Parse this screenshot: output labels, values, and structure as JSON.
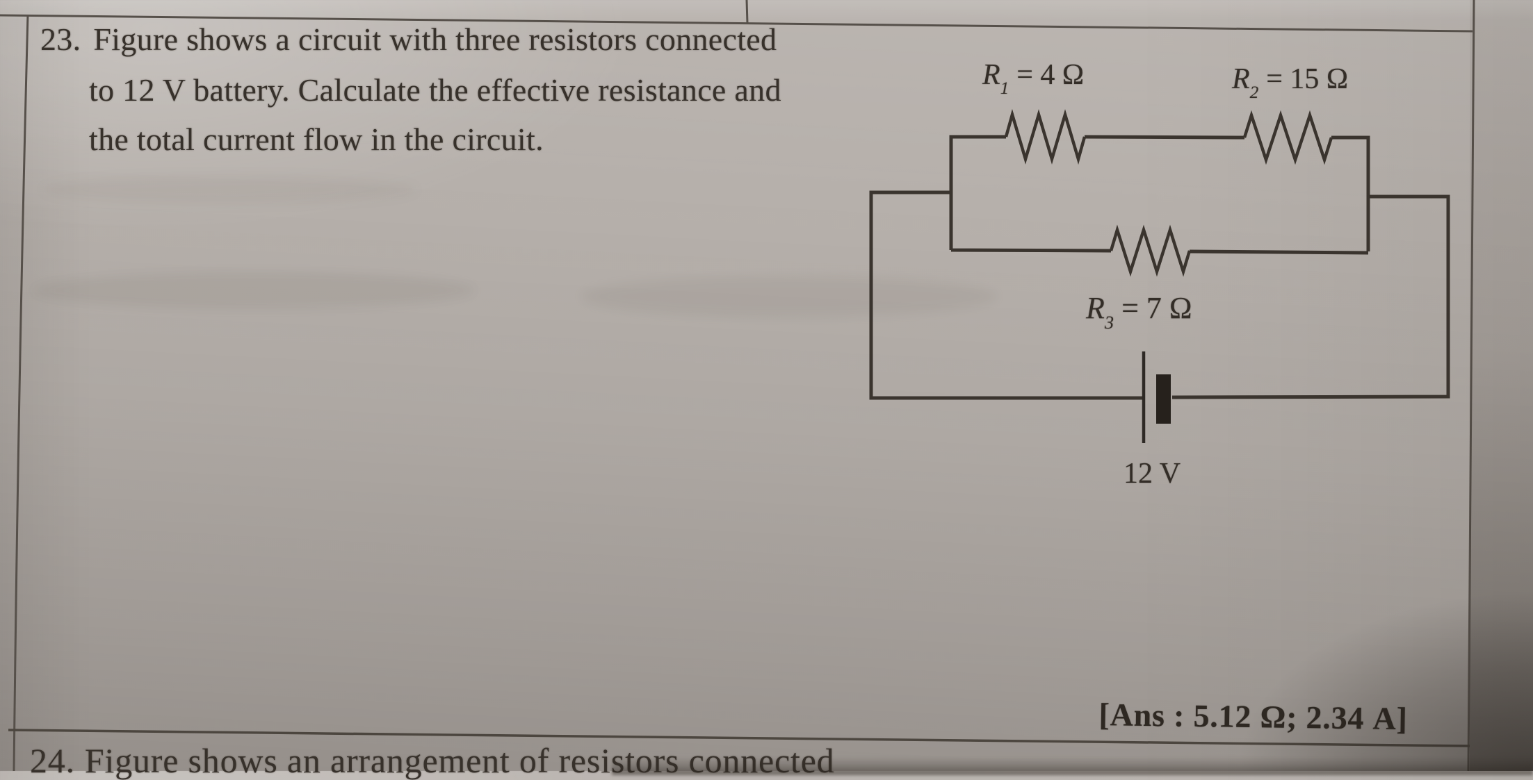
{
  "question23": {
    "number": "23.",
    "line1": "Figure shows a circuit with three resistors connected",
    "line2": "to 12 V battery. Calculate the effective resistance and",
    "line3": "the total current flow in the circuit.",
    "answer": "[Ans : 5.12 Ω; 2.34 A]"
  },
  "circuit": {
    "r1": {
      "symbol": "R",
      "sub": "1",
      "value": "= 4 Ω"
    },
    "r2": {
      "symbol": "R",
      "sub": "2",
      "value": "= 15 Ω"
    },
    "r3": {
      "symbol": "R",
      "sub": "3",
      "value": "= 7 Ω"
    },
    "battery_label": "12 V"
  },
  "question24": {
    "number": "24.",
    "line1": "Figure shows an arrangement of resistors connected"
  },
  "colors": {
    "paper": "#b6b0ab",
    "ink": "#37312b",
    "circuit_line": "#3a342e",
    "table_line": "#56504a"
  }
}
